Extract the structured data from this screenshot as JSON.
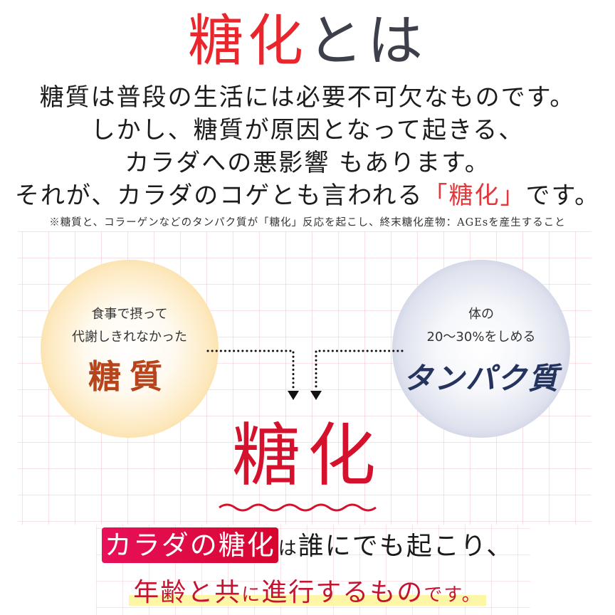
{
  "title": {
    "highlight": "糖化",
    "rest": "とは"
  },
  "lead": {
    "lines": [
      "糖質は普段の生活には必要不可欠なものです。",
      "しかし、糖質が原因となって起きる、",
      "カラダへの悪影響 もあります。"
    ],
    "line4_before": "それが、カラダのコゲとも言われる",
    "line4_highlight": "「糖化」",
    "line4_after": "です。"
  },
  "note": "※糖質と、コラーゲンなどのタンパク質が「糖化」反応を起こし、終末糖化産物：AGEsを産生すること",
  "diagram": {
    "sugar": {
      "sub1": "食事で摂って",
      "sub2": "代謝しきれなかった",
      "label": "糖質"
    },
    "protein": {
      "sub1": "体の",
      "sub2": "20〜30%をしめる",
      "label": "タンパク質"
    },
    "result": "糖化",
    "colors": {
      "accent": "#d4122d",
      "sugar_label": "#b8441c",
      "protein_label": "#24345f"
    }
  },
  "footer": {
    "badge": "カラダの糖化",
    "line1_small": "は",
    "line1_rest": "誰にでも起こり、",
    "line2_a": "年齢と共",
    "line2_small1": "に",
    "line2_b": "進行するもの",
    "line2_small2": "です。"
  }
}
